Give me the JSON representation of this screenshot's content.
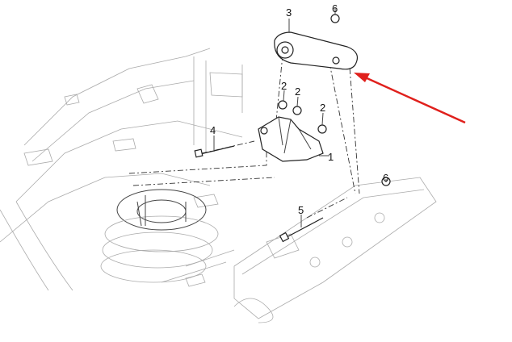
{
  "callouts": {
    "engine_mount_bracket": "1",
    "nut_a": "2",
    "nut_b": "2",
    "nut_c": "2",
    "mount_arm": "3",
    "bolt_upper": "4",
    "bolt_lower": "5",
    "nut_top": "6",
    "nut_side": "6"
  },
  "colors": {
    "arrow": "#e0201c",
    "line": "#333333"
  }
}
